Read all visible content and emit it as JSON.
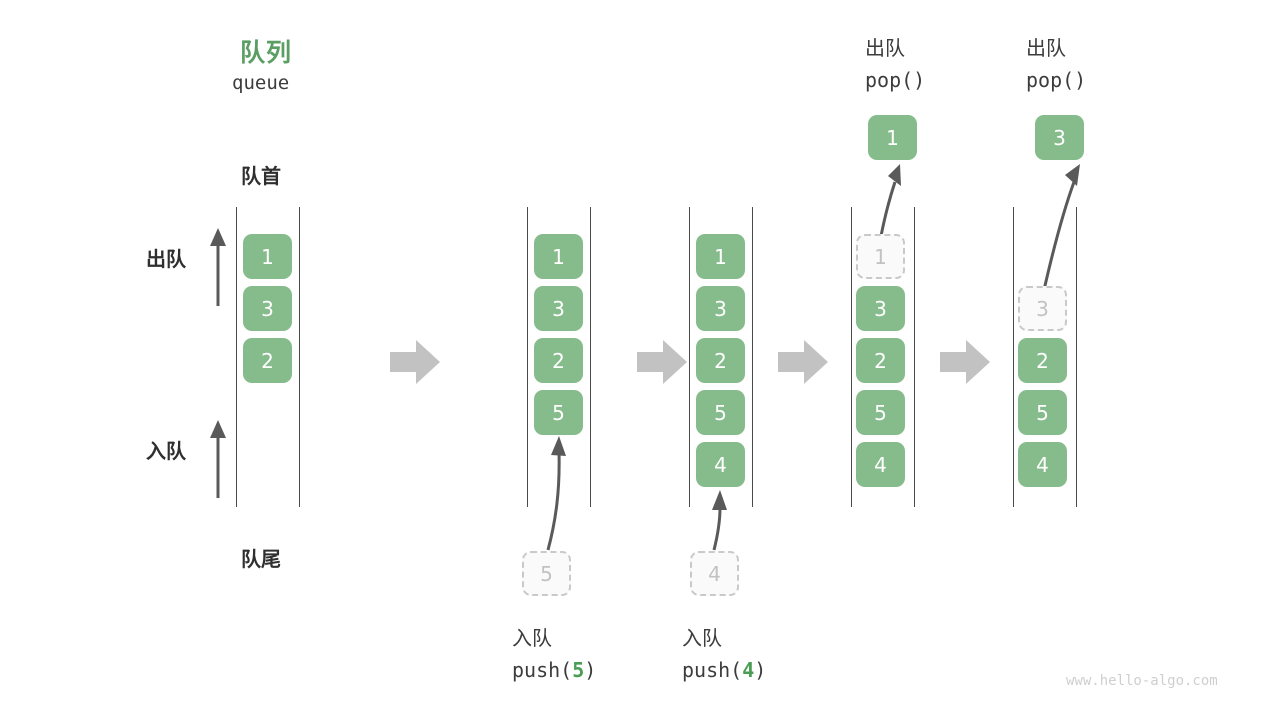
{
  "diagram": {
    "title_cn": "队列",
    "title_en": "queue",
    "front_label": "队首",
    "rear_label": "队尾",
    "dequeue_label": "出队",
    "enqueue_label": "入队",
    "watermark": "www.hello-algo.com",
    "colors": {
      "accent_green": "#5A9E63",
      "cell_green": "#86BC8C",
      "ghost_gray": "#c9c9c9",
      "arrow_gray": "#5a5a5a",
      "block_arrow_gray": "#c2c2c2"
    }
  },
  "panels": [
    {
      "name": "initial-queue",
      "cells": [
        {
          "value": "1",
          "state": "filled"
        },
        {
          "value": "3",
          "state": "filled"
        },
        {
          "value": "2",
          "state": "filled"
        }
      ]
    },
    {
      "name": "after-push-5",
      "cells": [
        {
          "value": "1",
          "state": "filled"
        },
        {
          "value": "3",
          "state": "filled"
        },
        {
          "value": "2",
          "state": "filled"
        },
        {
          "value": "5",
          "state": "filled"
        }
      ],
      "incoming": {
        "value": "5",
        "state": "ghost"
      },
      "caption_cn": "入队",
      "caption_code_prefix": "push(",
      "caption_code_num": "5",
      "caption_code_suffix": ")"
    },
    {
      "name": "after-push-4",
      "cells": [
        {
          "value": "1",
          "state": "filled"
        },
        {
          "value": "3",
          "state": "filled"
        },
        {
          "value": "2",
          "state": "filled"
        },
        {
          "value": "5",
          "state": "filled"
        },
        {
          "value": "4",
          "state": "filled"
        }
      ],
      "incoming": {
        "value": "4",
        "state": "ghost"
      },
      "caption_cn": "入队",
      "caption_code_prefix": "push(",
      "caption_code_num": "4",
      "caption_code_suffix": ")"
    },
    {
      "name": "after-pop-1",
      "cells": [
        {
          "value": "1",
          "state": "ghost"
        },
        {
          "value": "3",
          "state": "filled"
        },
        {
          "value": "2",
          "state": "filled"
        },
        {
          "value": "5",
          "state": "filled"
        },
        {
          "value": "4",
          "state": "filled"
        }
      ],
      "popped": {
        "value": "1",
        "state": "filled"
      },
      "header_cn": "出队",
      "header_code": "pop()"
    },
    {
      "name": "after-pop-3",
      "cells": [
        {
          "value": "3",
          "state": "ghost"
        },
        {
          "value": "2",
          "state": "filled"
        },
        {
          "value": "5",
          "state": "filled"
        },
        {
          "value": "4",
          "state": "filled"
        }
      ],
      "popped": {
        "value": "3",
        "state": "filled"
      },
      "header_cn": "出队",
      "header_code": "pop()"
    }
  ]
}
